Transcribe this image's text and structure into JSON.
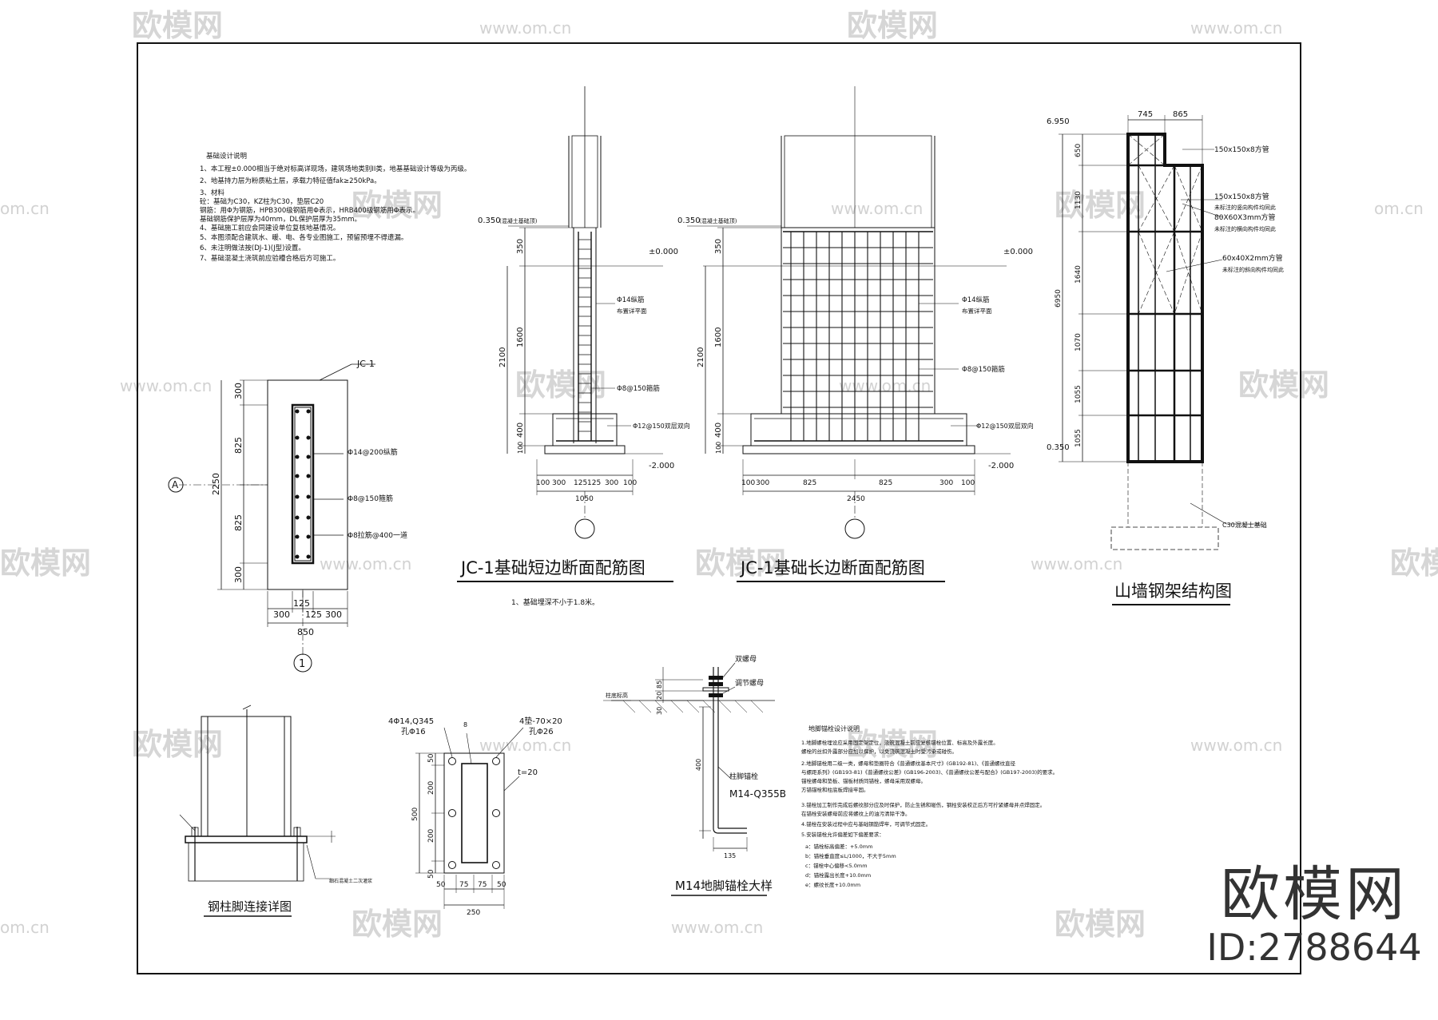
{
  "watermark": {
    "brand": "欧模网",
    "url": "www.om.cn",
    "url_short": "om.cn"
  },
  "brand_logo": "欧模网",
  "brand_id": "ID:2788644",
  "notes": {
    "title": "基础设计说明",
    "lines": [
      "1、本工程±0.000相当于绝对标高详现场，建筑场地类别II类，地基基础设计等级为丙级。",
      "2、地基持力层为粉质粘土层，承载力特征值fak≥250kPa。",
      "3、材料",
      "砼：基础为C30，KZ柱为C30，垫层C20",
      "钢筋：用Φ为钢筋，HPB300级钢筋用Φ表示，HRB400级钢筋用Φ表示。",
      "基础钢筋保护层厚为40mm，DL保护层厚为35mm。",
      "4、基础施工前应会同建设单位复核地基情况。",
      "5、本图须配合建筑水、暖、电、各专业图施工，预留预埋不得遗漏。",
      "6、未注明做法按(DJ-1)(J型)设置。",
      "7、基础混凝土浇筑前应验槽合格后方可施工。"
    ]
  },
  "plan": {
    "label_jc": "JC-1",
    "grid_a": "A",
    "grid_1": "1",
    "dims_v": [
      "300",
      "825",
      "825",
      "300"
    ],
    "dim_total_v": "2250",
    "dims_h": [
      "300",
      "125",
      "125",
      "300"
    ],
    "dim_total_h": "850",
    "rebar_1": "Φ14@200纵筋",
    "rebar_2": "Φ8@150箍筋",
    "rebar_3": "Φ8拉筋@400一道"
  },
  "short_section": {
    "title": "JC-1基础短边断面配筋图",
    "note": "1、基础埋深不小于1.8米。",
    "elev_top": "0.350",
    "elev_top_note": "(混凝土基础顶)",
    "elev_zero": "±0.000",
    "elev_bottom": "-2.000",
    "dims_v": [
      "350",
      "1600",
      "400",
      "100"
    ],
    "dim_total_v": "2100",
    "dims_h": [
      "100",
      "300",
      "125",
      "125",
      "300",
      "100"
    ],
    "dim_total_h": "1050",
    "rebar_1": "Φ14纵筋",
    "rebar_1b": "布置详平面",
    "rebar_2": "Φ8@150箍筋",
    "rebar_3": "Φ12@150双层双向"
  },
  "long_section": {
    "title": "JC-1基础长边断面配筋图",
    "elev_top": "0.350",
    "elev_top_note": "(混凝土基础顶)",
    "elev_zero": "±0.000",
    "elev_bottom": "-2.000",
    "dims_v": [
      "350",
      "1600",
      "400",
      "100"
    ],
    "dim_total_v": "2100",
    "dims_h": [
      "100",
      "300",
      "825",
      "825",
      "300",
      "100"
    ],
    "dim_total_h": "2450",
    "rebar_1": "Φ14纵筋",
    "rebar_1b": "布置详平面",
    "rebar_2": "Φ8@150箍筋",
    "rebar_3": "Φ12@150双层双向"
  },
  "gable": {
    "title": "山墙钢架结构图",
    "elev_top": "6.950",
    "elev_bottom": "0.350",
    "dims_top": [
      "745",
      "865"
    ],
    "dims_v": [
      "650",
      "1130",
      "1640",
      "1070",
      "1055",
      "1055"
    ],
    "dim_total_v": "6950",
    "label_1": "150x150x8方管",
    "label_2": "150x150x8方管",
    "label_2b": "未标注的竖向构件均同此",
    "label_3": "80X60X3mm方管",
    "label_3b": "未标注的横向构件均同此",
    "label_4": "60x40X2mm方管",
    "label_4b": "未标注的斜向构件均同此",
    "foundation": "C30混凝土基础"
  },
  "column_foot": {
    "title": "钢柱脚连接详图",
    "note": "细石混凝土二次灌浆"
  },
  "base_plate": {
    "label_bolts": "4Φ14,Q345",
    "label_hole": "孔Φ16",
    "label_washer": "4垫-70×20",
    "label_washer_hole": "孔Φ26",
    "label_t": "t=20",
    "weld": "8",
    "dims_v": [
      "50",
      "200",
      "200",
      "50"
    ],
    "dim_total_v": "500",
    "dims_h": [
      "50",
      "75",
      "75",
      "50"
    ],
    "dim_total_h": "250"
  },
  "anchor": {
    "title": "M14地脚锚栓大样",
    "label_nut": "双螺母",
    "label_adjust": "调节螺母",
    "label_base": "柱底标高",
    "label_bolt": "柱脚锚栓",
    "label_spec": "M14-Q355B",
    "dims_top": [
      "85",
      "20",
      "30"
    ],
    "dim_len": "400",
    "dim_hook": "135"
  },
  "anchor_notes": {
    "title": "地脚锚栓设计说明",
    "lines": [
      "1.地脚螺栓埋设应采用固定架定位，浇筑混凝土前应复核锚栓位置、标高及外露长度。",
      "  螺栓的丝扣外露部分应加以保护，以免浇筑混凝土时受污染或碰伤。",
      "2.地脚锚栓用二级一类，螺母和垫圈符合《普通螺纹基本尺寸》(GB192-81)、《普通螺纹直径",
      "  与螺距系列》(GB193-81)《普通螺纹公差》(GB196-2003)、《普通螺纹公差与配合》(GB197-2003)的要求。",
      "  锚栓螺母和垫板、锚板材质同锚栓，螺母采用双螺母。",
      "  方锚锚栓和柱底板焊接牢固。",
      "3.锚栓加工制作完成后螺纹部分应及时保护，防止生锈和碰伤，钢柱安装校正后方可拧紧螺母并点焊固定。",
      "  在锚栓安装螺母前应将螺纹上的油污清除干净。",
      "4.锚栓在安装过程中应与基础钢筋焊牢，可调节式固定。",
      "5.安装锚栓允许偏差如下偏差要求：",
      "a：锚栓标高偏差：+5.0mm",
      "b：锚栓垂直度≤L/1000，不大于5mm",
      "c：锚栓中心偏移<5.0mm",
      "d：锚栓露出长度+10.0mm",
      "e：螺纹长度+10.0mm"
    ]
  }
}
